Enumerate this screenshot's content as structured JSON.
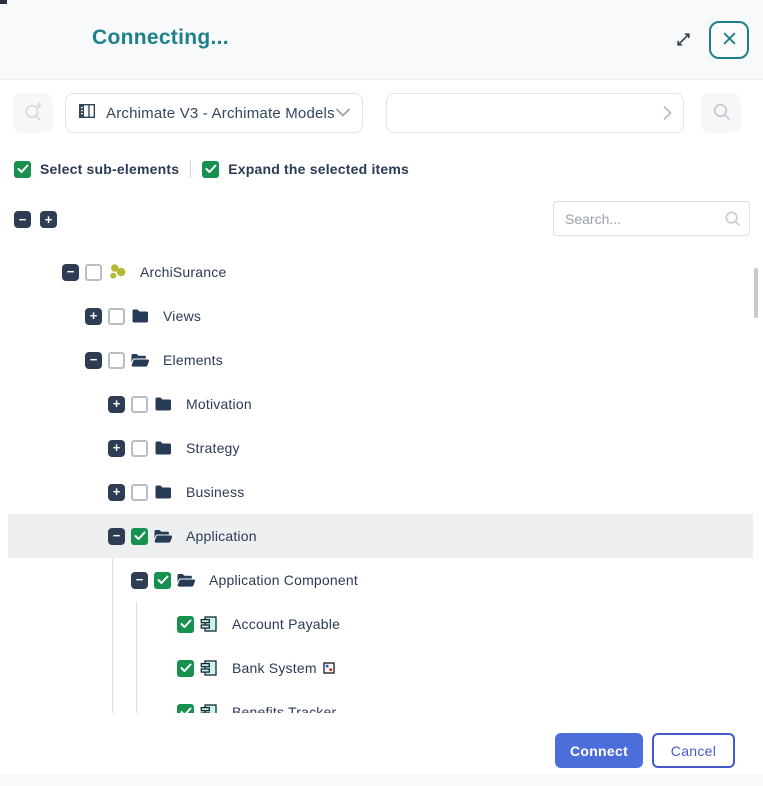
{
  "colors": {
    "accent_teal": "#1f808a",
    "navy": "#2b3a55",
    "expander_navy": "#2e3d54",
    "check_green": "#17914f",
    "connect_blue": "#4c6edb",
    "cancel_indigo": "#4659c9",
    "highlight": "#edeff1",
    "olive": "#b4ba33",
    "component_fill": "#c9f3ef",
    "folder_navy": "#263c55"
  },
  "header": {
    "title": "Connecting...",
    "expand_icon": "expand-diagonal-icon",
    "close_icon": "close-x-icon"
  },
  "toolbar": {
    "advanced_search_icon": "search-plus-icon",
    "model_select": {
      "value": "Archimate V3 - Archimate Models",
      "icon": "model-icon",
      "chevron": "chevron-down-icon"
    },
    "path_input": {
      "value": "",
      "placeholder": "",
      "chevron": "chevron-right-icon"
    },
    "search_icon": "search-icon"
  },
  "options": {
    "select_sub_elements": {
      "label": "Select sub-elements",
      "checked": true
    },
    "expand_selected": {
      "label": "Expand the selected items",
      "checked": true
    }
  },
  "tree_toolbar": {
    "collapse_all_icon": "minus-icon",
    "expand_all_icon": "plus-icon",
    "search": {
      "placeholder": "Search...",
      "value": "",
      "icon": "search-icon"
    }
  },
  "tree": {
    "rows": [
      {
        "label": "ArchiSurance",
        "level": 0,
        "expander": "minus",
        "checked": false,
        "icon": "archisurance-icon"
      },
      {
        "label": "Views",
        "level": 1,
        "expander": "plus",
        "checked": false,
        "icon": "folder-closed-icon"
      },
      {
        "label": "Elements",
        "level": 1,
        "expander": "minus",
        "checked": false,
        "icon": "folder-open-icon"
      },
      {
        "label": "Motivation",
        "level": 2,
        "expander": "plus",
        "checked": false,
        "icon": "folder-closed-icon"
      },
      {
        "label": "Strategy",
        "level": 2,
        "expander": "plus",
        "checked": false,
        "icon": "folder-closed-icon"
      },
      {
        "label": "Business",
        "level": 2,
        "expander": "plus",
        "checked": false,
        "icon": "folder-closed-icon"
      },
      {
        "label": "Application",
        "level": 2,
        "expander": "minus",
        "checked": true,
        "icon": "folder-open-icon",
        "highlighted": true
      },
      {
        "label": "Application Component",
        "level": 3,
        "expander": "minus",
        "checked": true,
        "icon": "folder-open-icon"
      },
      {
        "label": "Account Payable",
        "level": 4,
        "expander": null,
        "checked": true,
        "icon": "app-component-icon"
      },
      {
        "label": "Bank System",
        "level": 4,
        "expander": null,
        "checked": true,
        "icon": "app-component-icon",
        "badge": "model-ref-icon"
      },
      {
        "label": "Benefits Tracker",
        "level": 4,
        "expander": null,
        "checked": true,
        "icon": "app-component-icon"
      }
    ]
  },
  "footer": {
    "connect_label": "Connect",
    "cancel_label": "Cancel"
  }
}
